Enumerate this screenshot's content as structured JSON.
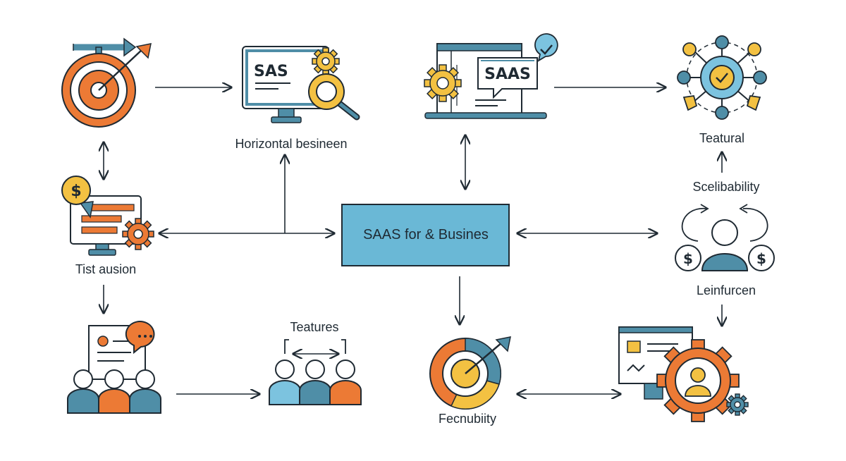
{
  "center": {
    "label": "SAAS for & Busines"
  },
  "labels": {
    "horizontal": "Horizontal besineen",
    "teatural": "Teatural",
    "scalability": "Scelibability",
    "tist": "Tist ausion",
    "leinfurcen": "Leinfurcen",
    "teatures": "Teatures",
    "fecnubiity": "Fecnubiity"
  },
  "icons": {
    "monitor_text": "SAS",
    "laptop_text": "SAAS",
    "dollar": "$"
  },
  "colors": {
    "outline": "#1f2a33",
    "orange": "#ec7a35",
    "teal": "#4f8ea7",
    "light_blue": "#7cc3df",
    "yellow": "#f3c142",
    "center_box": "#6ab8d6"
  }
}
